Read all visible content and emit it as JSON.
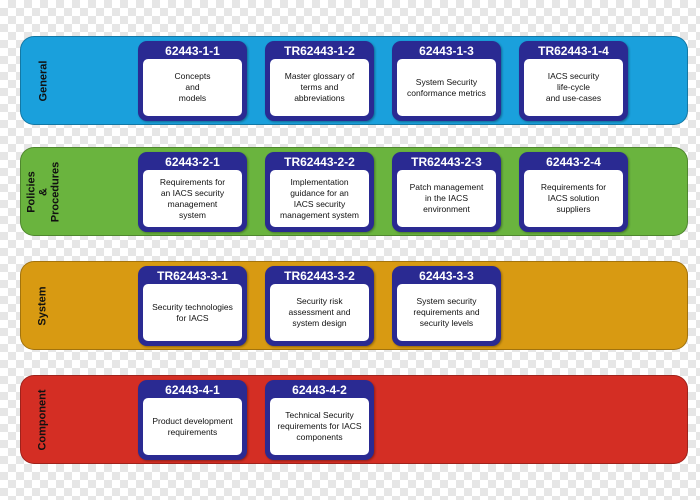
{
  "bands": [
    {
      "label": "General",
      "color": "#1aa0dc",
      "cards": [
        {
          "title": "62443-1-1",
          "body": "Concepts\nand\nmodels"
        },
        {
          "title": "TR62443-1-2",
          "body": "Master glossary of\nterms and\nabbreviations"
        },
        {
          "title": "62443-1-3",
          "body": "System Security\nconformance metrics"
        },
        {
          "title": "TR62443-1-4",
          "body": "IACS security\nlife-cycle\nand use-cases"
        }
      ]
    },
    {
      "label": "Policies\n&\nProcedures",
      "color": "#6ab43e",
      "cards": [
        {
          "title": "62443-2-1",
          "body": "Requirements for\nan IACS security\nmanagement\nsystem"
        },
        {
          "title": "TR62443-2-2",
          "body": "Implementation\nguidance for an\nIACS security\nmanagement system"
        },
        {
          "title": "TR62443-2-3",
          "body": "Patch management\nin the IACS\nenvironment"
        },
        {
          "title": "62443-2-4",
          "body": "Requirements for\nIACS solution\nsuppliers"
        }
      ]
    },
    {
      "label": "System",
      "color": "#d89a12",
      "cards": [
        {
          "title": "TR62443-3-1",
          "body": "Security technologies\nfor IACS"
        },
        {
          "title": "TR62443-3-2",
          "body": "Security risk\nassessment and\nsystem design"
        },
        {
          "title": "62443-3-3",
          "body": "System security\nrequirements and\nsecurity levels"
        }
      ]
    },
    {
      "label": "Component",
      "color": "#d42e24",
      "cards": [
        {
          "title": "62443-4-1",
          "body": "Product development\nrequirements"
        },
        {
          "title": "62443-4-2",
          "body": "Technical Security\nrequirements for IACS\ncomponents"
        }
      ]
    }
  ]
}
